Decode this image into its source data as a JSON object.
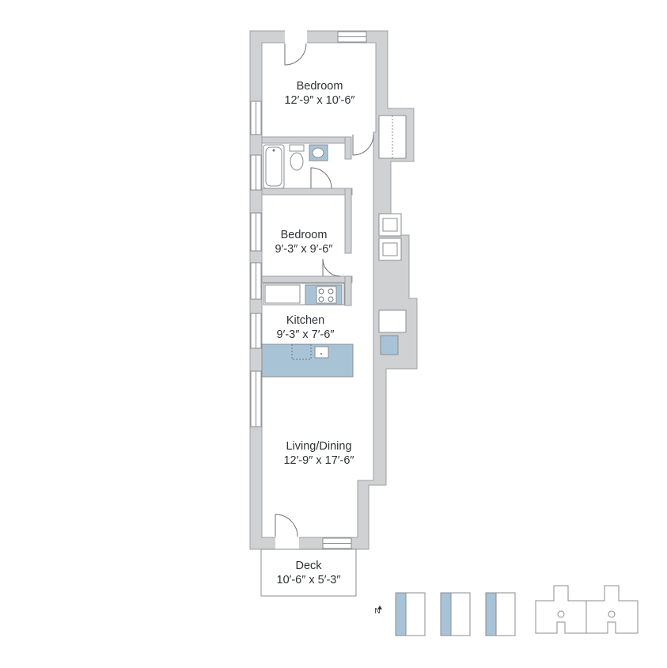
{
  "rooms": [
    {
      "id": "bedroom-1",
      "name": "Bedroom",
      "dims": "12′-9″ x 10′-6″"
    },
    {
      "id": "bedroom-2",
      "name": "Bedroom",
      "dims": "9′-3″ x 9′-6″"
    },
    {
      "id": "kitchen",
      "name": "Kitchen",
      "dims": "9′-3″ x 7′-6″"
    },
    {
      "id": "living-dining",
      "name": "Living/Dining",
      "dims": "12′-9″ x 17′-6″"
    },
    {
      "id": "deck",
      "name": "Deck",
      "dims": "10′-6″ x 5′-3″"
    }
  ],
  "compass": {
    "label": "N"
  },
  "colors": {
    "wall": "#cfd1d3",
    "wall_stroke": "#9da0a4",
    "fixture_blue": "#a9c3d6",
    "text": "#2f3236"
  }
}
